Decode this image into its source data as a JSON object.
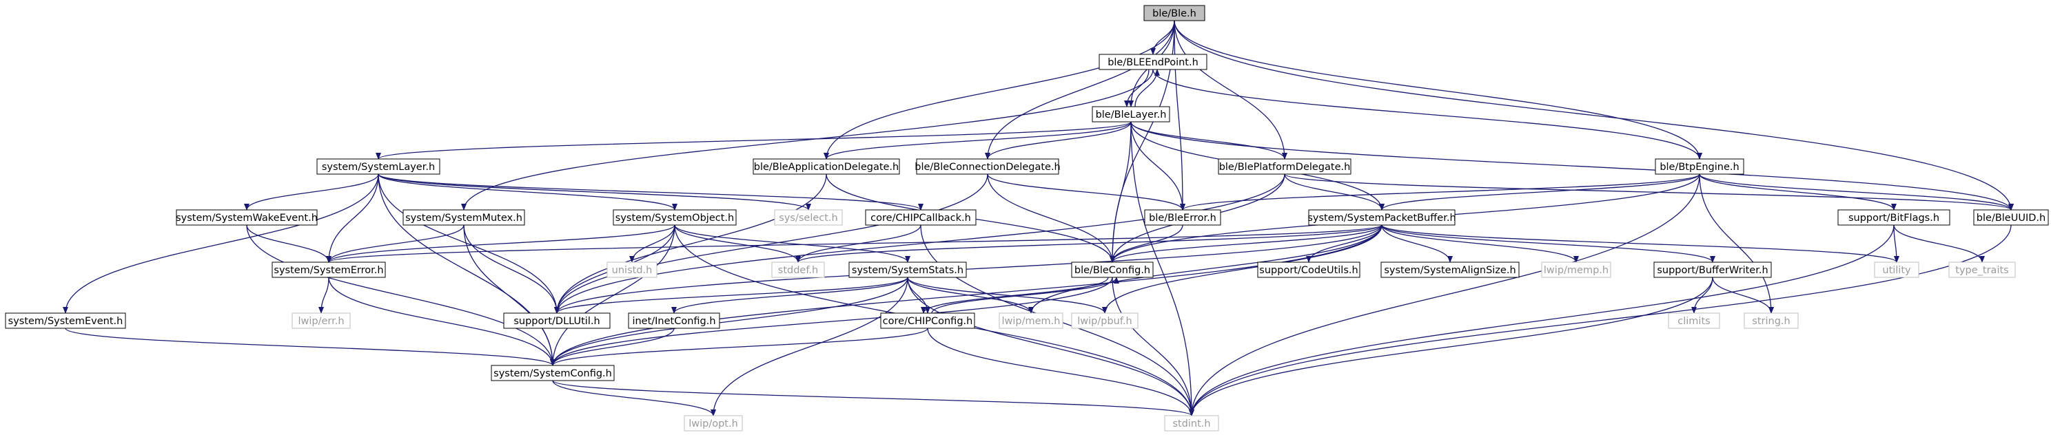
{
  "colors": {
    "edge": "#191970",
    "box_border": "#000000",
    "box_fill": "#ffffff",
    "root_fill": "#bfbfbf",
    "external_border": "#bfbfbf",
    "external_text": "#9b9b9b",
    "text": "#000000"
  },
  "root": "ble/Ble.h",
  "nodes": {
    "ble_h": {
      "label": "ble/Ble.h",
      "kind": "root"
    },
    "ble_endpoint": {
      "label": "ble/BLEEndPoint.h",
      "kind": "file"
    },
    "ble_layer": {
      "label": "ble/BleLayer.h",
      "kind": "file"
    },
    "sys_layer": {
      "label": "system/SystemLayer.h",
      "kind": "file"
    },
    "ble_appdel": {
      "label": "ble/BleApplicationDelegate.h",
      "kind": "file"
    },
    "ble_conndel": {
      "label": "ble/BleConnectionDelegate.h",
      "kind": "file"
    },
    "ble_platdel": {
      "label": "ble/BlePlatformDelegate.h",
      "kind": "file"
    },
    "ble_btp": {
      "label": "ble/BtpEngine.h",
      "kind": "file"
    },
    "sys_wake": {
      "label": "system/SystemWakeEvent.h",
      "kind": "file"
    },
    "sys_mutex": {
      "label": "system/SystemMutex.h",
      "kind": "file"
    },
    "sys_object": {
      "label": "system/SystemObject.h",
      "kind": "file"
    },
    "sys_select": {
      "label": "sys/select.h",
      "kind": "external"
    },
    "core_cb": {
      "label": "core/CHIPCallback.h",
      "kind": "file"
    },
    "ble_error": {
      "label": "ble/BleError.h",
      "kind": "file"
    },
    "sys_pbuf": {
      "label": "system/SystemPacketBuffer.h",
      "kind": "file"
    },
    "bitflags": {
      "label": "support/BitFlags.h",
      "kind": "file"
    },
    "ble_uuid": {
      "label": "ble/BleUUID.h",
      "kind": "file"
    },
    "sys_error": {
      "label": "system/SystemError.h",
      "kind": "file"
    },
    "unistd": {
      "label": "unistd.h",
      "kind": "external"
    },
    "stddef": {
      "label": "stddef.h",
      "kind": "external"
    },
    "sys_stats": {
      "label": "system/SystemStats.h",
      "kind": "file"
    },
    "ble_config": {
      "label": "ble/BleConfig.h",
      "kind": "file"
    },
    "codeutils": {
      "label": "support/CodeUtils.h",
      "kind": "file"
    },
    "alignsize": {
      "label": "system/SystemAlignSize.h",
      "kind": "file"
    },
    "lwip_memp": {
      "label": "lwip/memp.h",
      "kind": "external"
    },
    "bufwriter": {
      "label": "support/BufferWriter.h",
      "kind": "file"
    },
    "utility": {
      "label": "utility",
      "kind": "external"
    },
    "type_traits": {
      "label": "type_traits",
      "kind": "external"
    },
    "sys_event": {
      "label": "system/SystemEvent.h",
      "kind": "file"
    },
    "lwip_err": {
      "label": "lwip/err.h",
      "kind": "external"
    },
    "dlutil": {
      "label": "support/DLLUtil.h",
      "kind": "file"
    },
    "inetconfig": {
      "label": "inet/InetConfig.h",
      "kind": "file"
    },
    "chipconfig": {
      "label": "core/CHIPConfig.h",
      "kind": "file"
    },
    "lwip_mem": {
      "label": "lwip/mem.h",
      "kind": "external"
    },
    "lwip_pbuf": {
      "label": "lwip/pbuf.h",
      "kind": "external"
    },
    "climits": {
      "label": "climits",
      "kind": "external"
    },
    "string_h": {
      "label": "string.h",
      "kind": "external"
    },
    "sys_config": {
      "label": "system/SystemConfig.h",
      "kind": "file"
    },
    "lwip_opt": {
      "label": "lwip/opt.h",
      "kind": "external"
    },
    "stdint": {
      "label": "stdint.h",
      "kind": "external"
    }
  },
  "edges": [
    [
      "ble_h",
      "ble_endpoint"
    ],
    [
      "ble_h",
      "ble_layer"
    ],
    [
      "ble_h",
      "ble_appdel"
    ],
    [
      "ble_h",
      "ble_conndel"
    ],
    [
      "ble_h",
      "ble_platdel"
    ],
    [
      "ble_h",
      "ble_error"
    ],
    [
      "ble_h",
      "ble_config"
    ],
    [
      "ble_h",
      "ble_btp"
    ],
    [
      "ble_h",
      "ble_uuid"
    ],
    [
      "ble_endpoint",
      "ble_layer"
    ],
    [
      "ble_endpoint",
      "sys_mutex"
    ],
    [
      "ble_endpoint",
      "ble_btp"
    ],
    [
      "ble_layer",
      "ble_endpoint"
    ],
    [
      "ble_layer",
      "sys_layer"
    ],
    [
      "ble_layer",
      "ble_appdel"
    ],
    [
      "ble_layer",
      "ble_conndel"
    ],
    [
      "ble_layer",
      "ble_platdel"
    ],
    [
      "ble_layer",
      "ble_error"
    ],
    [
      "ble_layer",
      "ble_config"
    ],
    [
      "ble_layer",
      "sys_pbuf"
    ],
    [
      "ble_layer",
      "ble_uuid"
    ],
    [
      "ble_layer",
      "stdint"
    ],
    [
      "sys_layer",
      "sys_wake"
    ],
    [
      "sys_layer",
      "sys_object"
    ],
    [
      "sys_layer",
      "sys_select"
    ],
    [
      "sys_layer",
      "core_cb"
    ],
    [
      "sys_layer",
      "sys_event"
    ],
    [
      "sys_layer",
      "sys_error"
    ],
    [
      "sys_layer",
      "dlutil"
    ],
    [
      "sys_layer",
      "sys_config"
    ],
    [
      "ble_appdel",
      "ble_config"
    ],
    [
      "ble_appdel",
      "dlutil"
    ],
    [
      "ble_conndel",
      "ble_config"
    ],
    [
      "ble_conndel",
      "ble_error"
    ],
    [
      "ble_conndel",
      "dlutil"
    ],
    [
      "ble_platdel",
      "ble_config"
    ],
    [
      "ble_platdel",
      "sys_pbuf"
    ],
    [
      "ble_platdel",
      "ble_uuid"
    ],
    [
      "ble_platdel",
      "dlutil"
    ],
    [
      "ble_btp",
      "ble_config"
    ],
    [
      "ble_btp",
      "ble_error"
    ],
    [
      "ble_btp",
      "sys_pbuf"
    ],
    [
      "ble_btp",
      "bitflags"
    ],
    [
      "ble_btp",
      "ble_uuid"
    ],
    [
      "ble_btp",
      "string_h"
    ],
    [
      "ble_btp",
      "stdint"
    ],
    [
      "sys_wake",
      "sys_error"
    ],
    [
      "sys_wake",
      "sys_config"
    ],
    [
      "sys_mutex",
      "sys_error"
    ],
    [
      "sys_mutex",
      "dlutil"
    ],
    [
      "sys_mutex",
      "sys_config"
    ],
    [
      "sys_object",
      "sys_error"
    ],
    [
      "sys_object",
      "unistd"
    ],
    [
      "sys_object",
      "stddef"
    ],
    [
      "sys_object",
      "sys_stats"
    ],
    [
      "sys_object",
      "dlutil"
    ],
    [
      "sys_object",
      "sys_config"
    ],
    [
      "sys_object",
      "stdint"
    ],
    [
      "core_cb",
      "stddef"
    ],
    [
      "core_cb",
      "stdint"
    ],
    [
      "ble_error",
      "ble_config"
    ],
    [
      "sys_pbuf",
      "ble_config"
    ],
    [
      "sys_pbuf",
      "codeutils"
    ],
    [
      "sys_pbuf",
      "alignsize"
    ],
    [
      "sys_pbuf",
      "lwip_memp"
    ],
    [
      "sys_pbuf",
      "bufwriter"
    ],
    [
      "sys_pbuf",
      "utility"
    ],
    [
      "sys_pbuf",
      "stddef"
    ],
    [
      "sys_pbuf",
      "sys_error"
    ],
    [
      "sys_pbuf",
      "dlutil"
    ],
    [
      "sys_pbuf",
      "lwip_mem"
    ],
    [
      "sys_pbuf",
      "lwip_pbuf"
    ],
    [
      "sys_pbuf",
      "sys_config"
    ],
    [
      "bitflags",
      "utility"
    ],
    [
      "bitflags",
      "type_traits"
    ],
    [
      "bitflags",
      "stdint"
    ],
    [
      "ble_uuid",
      "stdint"
    ],
    [
      "sys_error",
      "lwip_err"
    ],
    [
      "sys_error",
      "sys_config"
    ],
    [
      "sys_stats",
      "dlutil"
    ],
    [
      "sys_stats",
      "inetconfig"
    ],
    [
      "sys_stats",
      "chipconfig"
    ],
    [
      "sys_stats",
      "lwip_mem"
    ],
    [
      "sys_stats",
      "lwip_pbuf"
    ],
    [
      "sys_stats",
      "lwip_opt"
    ],
    [
      "sys_stats",
      "sys_config"
    ],
    [
      "sys_stats",
      "stdint"
    ],
    [
      "ble_config",
      "chipconfig"
    ],
    [
      "ble_config",
      "sys_config"
    ],
    [
      "ble_config",
      "stdint"
    ],
    [
      "bufwriter",
      "climits"
    ],
    [
      "bufwriter",
      "string_h"
    ],
    [
      "bufwriter",
      "stdint"
    ],
    [
      "sys_event",
      "sys_config"
    ],
    [
      "inetconfig",
      "sys_config"
    ],
    [
      "chipconfig",
      "ble_config"
    ],
    [
      "chipconfig",
      "sys_config"
    ],
    [
      "chipconfig",
      "stdint"
    ],
    [
      "sys_config",
      "lwip_opt"
    ],
    [
      "sys_config",
      "stdint"
    ]
  ]
}
